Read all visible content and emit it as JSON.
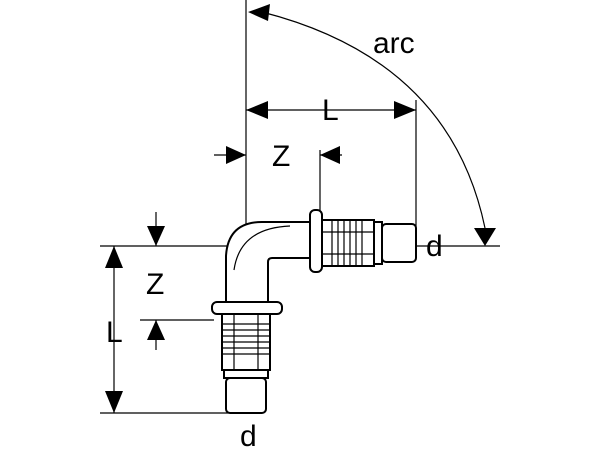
{
  "labels": {
    "arc": "arc",
    "length_top": "L",
    "z_top": "Z",
    "d_right": "d",
    "z_left": "Z",
    "length_left": "L",
    "d_bottom": "d"
  }
}
